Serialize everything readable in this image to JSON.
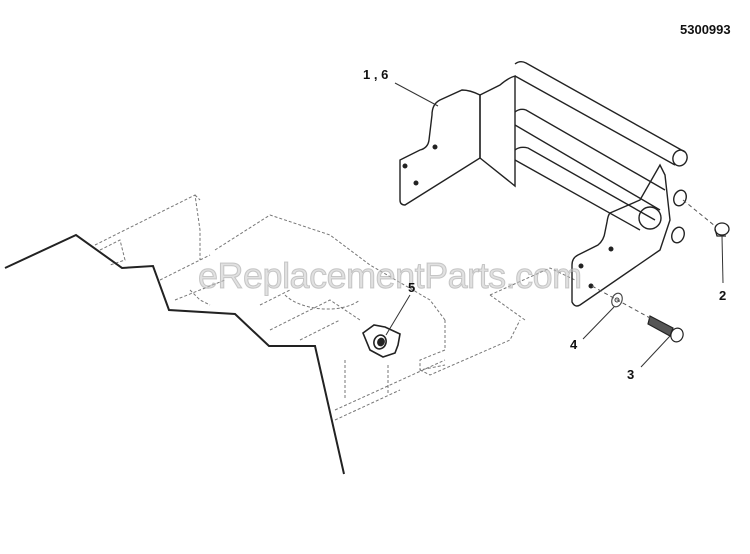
{
  "diagram": {
    "part_number": "5300993",
    "watermark": "eReplacementParts.com",
    "colors": {
      "line": "#222222",
      "phantom": "#777777",
      "watermark": "#c8c8c8",
      "background": "#ffffff"
    },
    "callouts": [
      {
        "id": "1,6",
        "label": "1 , 6",
        "part": "bracket-with-bumper-rails"
      },
      {
        "id": "2",
        "label": "2",
        "part": "end-cap"
      },
      {
        "id": "3",
        "label": "3",
        "part": "bolt"
      },
      {
        "id": "4",
        "label": "4",
        "part": "washer"
      },
      {
        "id": "5",
        "label": "5",
        "part": "nut"
      }
    ]
  }
}
